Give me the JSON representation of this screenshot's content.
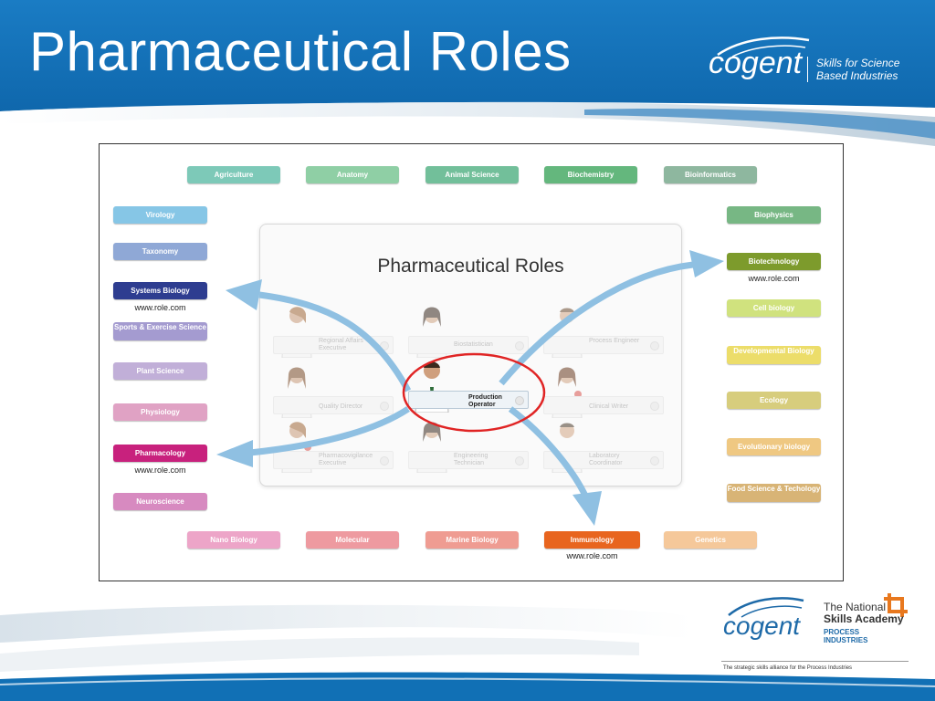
{
  "slide": {
    "title": "Pharmaceutical Roles",
    "header_logo": {
      "word": "cogent",
      "tagline_1": "Skills for Science",
      "tagline_2": "Based Industries"
    },
    "colors": {
      "header_blue": "#1775bd",
      "header_light": "#4a9ad6",
      "accent_orange": "#e8781e",
      "arrow_blue": "#8fbfe0"
    }
  },
  "diagram": {
    "panel_title": "Pharmaceutical Roles",
    "top_row": [
      {
        "label": "Agriculture",
        "color": "#7dc9b8"
      },
      {
        "label": "Anatomy",
        "color": "#8fcfa5"
      },
      {
        "label": "Animal Science",
        "color": "#72bf9a"
      },
      {
        "label": "Biochemistry",
        "color": "#64b77d"
      },
      {
        "label": "Bioinformatics",
        "color": "#8eb79f"
      }
    ],
    "left_column": [
      {
        "label": "Virology",
        "color": "#86c6e6"
      },
      {
        "label": "Taxonomy",
        "color": "#8fa8d6"
      },
      {
        "label": "Systems Biology",
        "color": "#2e3d90",
        "url": "www.role.com"
      },
      {
        "label": "Sports & Exercise Science",
        "color": "#a49bd0"
      },
      {
        "label": "Plant Science",
        "color": "#c1afd8"
      },
      {
        "label": "Physiology",
        "color": "#e0a2c4"
      },
      {
        "label": "Pharmacology",
        "color": "#c8217d",
        "url": "www.role.com"
      },
      {
        "label": "Neuroscience",
        "color": "#d78ac0"
      }
    ],
    "right_column": [
      {
        "label": "Biophysics",
        "color": "#77b784"
      },
      {
        "label": "Biotechnology",
        "color": "#7d9b2c",
        "url": "www.role.com"
      },
      {
        "label": "Cell biology",
        "color": "#d0e27e"
      },
      {
        "label": "Developmental Biology",
        "color": "#ecdd6a"
      },
      {
        "label": "Ecology",
        "color": "#d7cd7d"
      },
      {
        "label": "Evolutionary biology",
        "color": "#efc882"
      },
      {
        "label": "Food Science & Techology",
        "color": "#d8b476"
      }
    ],
    "bottom_row": [
      {
        "label": "Nano Biology",
        "color": "#eda5c8"
      },
      {
        "label": "Molecular",
        "color": "#ee9aa0"
      },
      {
        "label": "Marine Biology",
        "color": "#ef9c92"
      },
      {
        "label": "Immunology",
        "color": "#e8651f",
        "url": "www.role.com"
      },
      {
        "label": "Genetics",
        "color": "#f5c89a"
      }
    ],
    "roles": [
      {
        "label": "Regional Affairs Executive"
      },
      {
        "label": "Biostatistician"
      },
      {
        "label": "Process Engineer"
      },
      {
        "label": "Quality Director"
      },
      {
        "label": "Production Operator"
      },
      {
        "label": "Clinical Writer"
      },
      {
        "label": "Pharmacovigilance Executive"
      },
      {
        "label": "Engineering Technician"
      },
      {
        "label": "Laboratory Coordinator"
      }
    ]
  },
  "footer": {
    "logo_word": "cogent",
    "nsa_line1": "The National",
    "nsa_line2": "Skills Academy",
    "nsa_line3": "PROCESS INDUSTRIES",
    "strapline": "The strategic skills alliance for the Process Industries"
  }
}
